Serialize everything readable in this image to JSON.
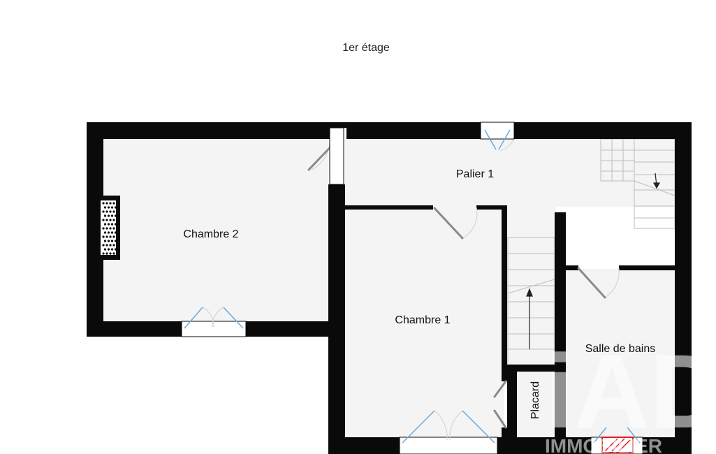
{
  "plan": {
    "floor_title": "1er étage",
    "rooms": {
      "chambre2": "Chambre 2",
      "chambre1": "Chambre 1",
      "palier": "Palier 1",
      "salle_de_bains": "Salle de bains",
      "placard": "Placard"
    },
    "watermark": {
      "logo": "iAD",
      "subtitle": "IMMOBILIER"
    },
    "colors": {
      "wall": "#0a0a0a",
      "floor": "#f4f4f4",
      "door_leaf": "#8a8a8a",
      "window": "#6fa8d6",
      "radiator": "#e02020"
    }
  }
}
